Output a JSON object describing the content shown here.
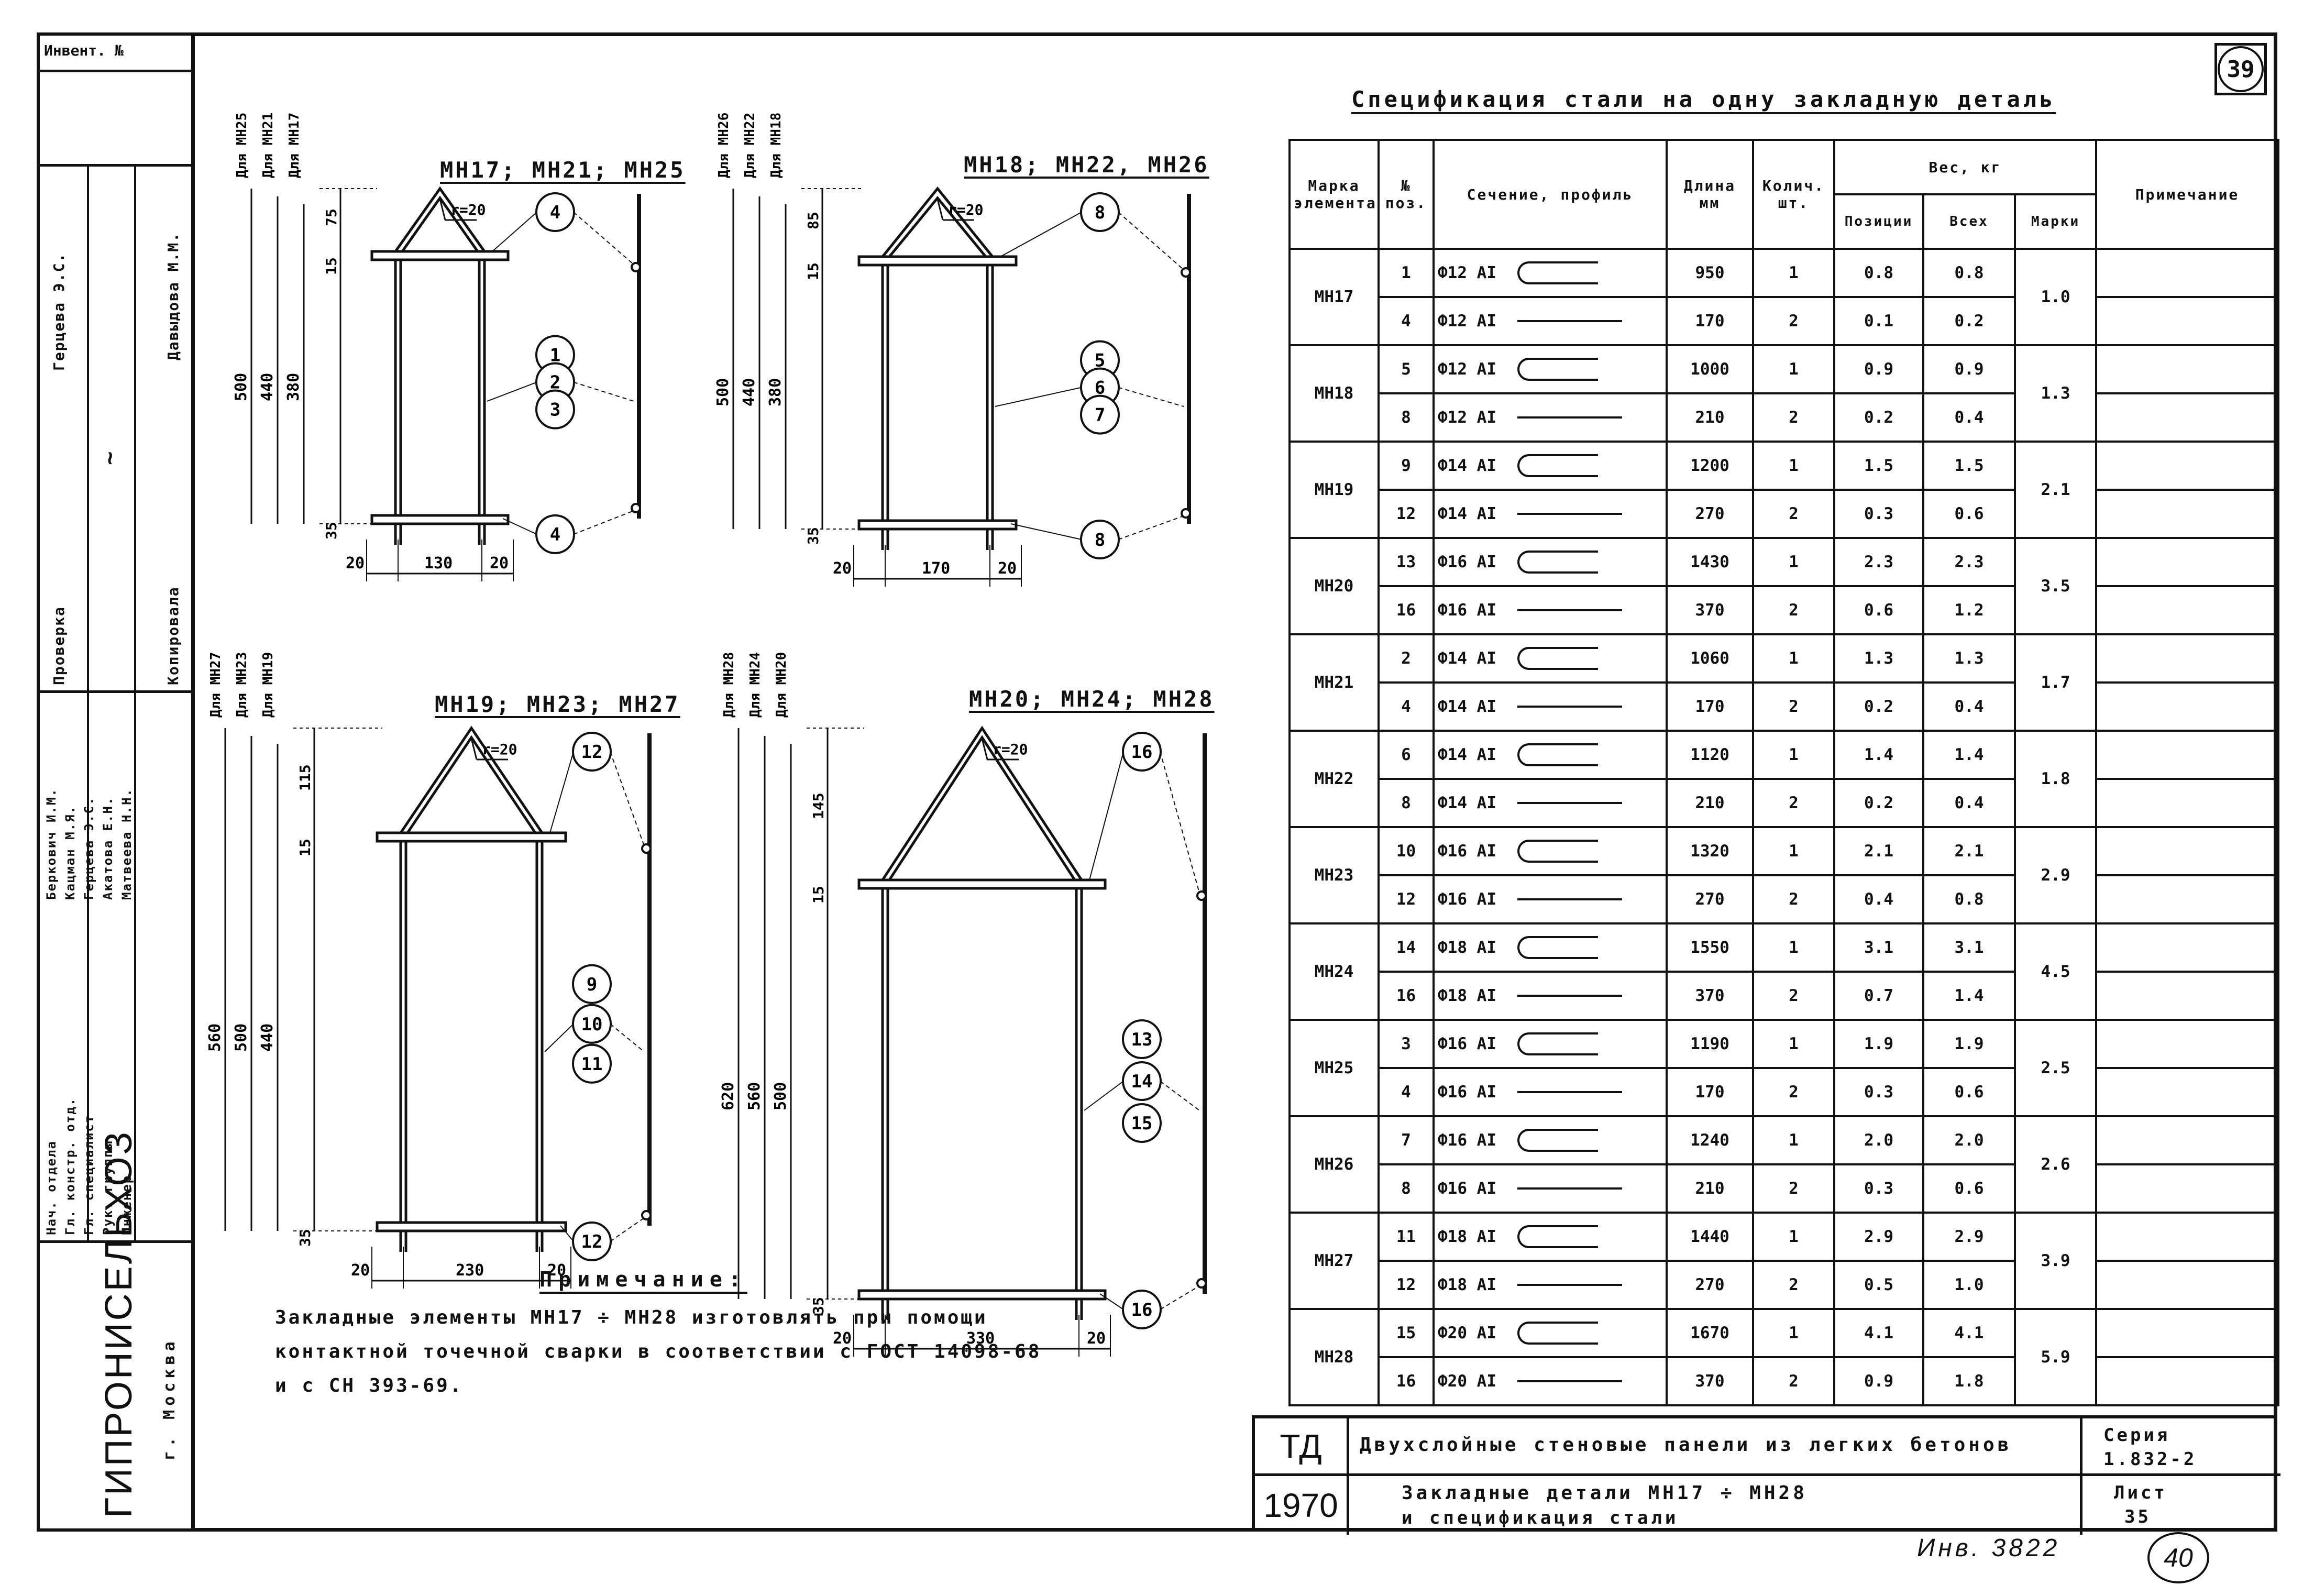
{
  "stamp": {
    "inv_label": "Инвент. №",
    "names_top": [
      "Герцева Э.С.",
      "Давыдова М.М."
    ],
    "proverka": "Проверка",
    "kopiroval": "Копировала",
    "roles": [
      "Нач. отдела",
      "Гл. констр. отд.",
      "Гл. специалист",
      "Рук. группы",
      "Инженер"
    ],
    "people": [
      "Беркович И.М.",
      "Кацман М.Я.",
      "Герцева Э.С.",
      "Акатова Е.Н.",
      "Матвеева Н.Н."
    ],
    "org": "ГИПРОНИСЕЛЬХОЗ",
    "city": "г. Москва"
  },
  "sheet_circle": "39",
  "drawings": [
    {
      "title": "МН17; МН21; МН25",
      "labels": [
        "Для МН25",
        "Для МН21",
        "Для МН17"
      ],
      "dims_v": [
        "500",
        "440",
        "380"
      ],
      "top": "75",
      "mid": "15",
      "bot": "35",
      "r": "r=20",
      "w": [
        "20",
        "130",
        "20"
      ],
      "pos": [
        "4",
        "1",
        "2",
        "3",
        "4"
      ]
    },
    {
      "title": "МН18; МН22, МН26",
      "labels": [
        "Для МН26",
        "Для МН22",
        "Для МН18"
      ],
      "dims_v": [
        "500",
        "440",
        "380"
      ],
      "top": "85",
      "mid": "15",
      "bot": "35",
      "r": "r=20",
      "w": [
        "20",
        "170",
        "20"
      ],
      "pos": [
        "8",
        "5",
        "6",
        "7",
        "8"
      ]
    },
    {
      "title": "МН19; МН23; МН27",
      "labels": [
        "Для МН27",
        "Для МН23",
        "Для МН19"
      ],
      "dims_v": [
        "560",
        "500",
        "440"
      ],
      "top": "115",
      "mid": "15",
      "bot": "35",
      "r": "r=20",
      "w": [
        "20",
        "230",
        "20"
      ],
      "pos": [
        "12",
        "9",
        "10",
        "11",
        "12"
      ]
    },
    {
      "title": "МН20; МН24; МН28",
      "labels": [
        "Для МН28",
        "Для МН24",
        "Для МН20"
      ],
      "dims_v": [
        "620",
        "560",
        "500"
      ],
      "top": "145",
      "mid": "15",
      "bot": "35",
      "r": "r=20",
      "w": [
        "20",
        "330",
        "20"
      ],
      "pos": [
        "16",
        "13",
        "14",
        "15",
        "16"
      ]
    }
  ],
  "note": {
    "title": "Примечание:",
    "lines": [
      "Закладные элементы МН17 ÷ МН28 изготовлять при помощи",
      "контактной точечной сварки в соответствии с ГОСТ 14098-68",
      "и с СН 393-69."
    ]
  },
  "spec": {
    "title": "Спецификация стали на одну закладную деталь",
    "headers": {
      "mark": "Марка элемента",
      "pos": "№ поз.",
      "section": "Сечение, профиль",
      "length": "Длина мм",
      "qty": "Колич. шт.",
      "weight": "Вес, кг",
      "w_pos": "Позиции",
      "w_all": "Всех",
      "w_mark": "Марки",
      "note": "Примечание"
    },
    "groups": [
      {
        "mark": "МН17",
        "total": "1.0",
        "rows": [
          {
            "pos": "1",
            "sec": "Ф12 АI",
            "hook": true,
            "len": "950",
            "qty": "1",
            "wp": "0.8",
            "wa": "0.8"
          },
          {
            "pos": "4",
            "sec": "Ф12 АI",
            "hook": false,
            "len": "170",
            "qty": "2",
            "wp": "0.1",
            "wa": "0.2"
          }
        ]
      },
      {
        "mark": "МН18",
        "total": "1.3",
        "rows": [
          {
            "pos": "5",
            "sec": "Ф12 АI",
            "hook": true,
            "len": "1000",
            "qty": "1",
            "wp": "0.9",
            "wa": "0.9"
          },
          {
            "pos": "8",
            "sec": "Ф12 АI",
            "hook": false,
            "len": "210",
            "qty": "2",
            "wp": "0.2",
            "wa": "0.4"
          }
        ]
      },
      {
        "mark": "МН19",
        "total": "2.1",
        "rows": [
          {
            "pos": "9",
            "sec": "Ф14 АI",
            "hook": true,
            "len": "1200",
            "qty": "1",
            "wp": "1.5",
            "wa": "1.5"
          },
          {
            "pos": "12",
            "sec": "Ф14 АI",
            "hook": false,
            "len": "270",
            "qty": "2",
            "wp": "0.3",
            "wa": "0.6"
          }
        ]
      },
      {
        "mark": "МН20",
        "total": "3.5",
        "rows": [
          {
            "pos": "13",
            "sec": "Ф16 АI",
            "hook": true,
            "len": "1430",
            "qty": "1",
            "wp": "2.3",
            "wa": "2.3"
          },
          {
            "pos": "16",
            "sec": "Ф16 АI",
            "hook": false,
            "len": "370",
            "qty": "2",
            "wp": "0.6",
            "wa": "1.2"
          }
        ]
      },
      {
        "mark": "МН21",
        "total": "1.7",
        "rows": [
          {
            "pos": "2",
            "sec": "Ф14 АI",
            "hook": true,
            "len": "1060",
            "qty": "1",
            "wp": "1.3",
            "wa": "1.3"
          },
          {
            "pos": "4",
            "sec": "Ф14 АI",
            "hook": false,
            "len": "170",
            "qty": "2",
            "wp": "0.2",
            "wa": "0.4"
          }
        ]
      },
      {
        "mark": "МН22",
        "total": "1.8",
        "rows": [
          {
            "pos": "6",
            "sec": "Ф14 АI",
            "hook": true,
            "len": "1120",
            "qty": "1",
            "wp": "1.4",
            "wa": "1.4"
          },
          {
            "pos": "8",
            "sec": "Ф14 АI",
            "hook": false,
            "len": "210",
            "qty": "2",
            "wp": "0.2",
            "wa": "0.4"
          }
        ]
      },
      {
        "mark": "МН23",
        "total": "2.9",
        "rows": [
          {
            "pos": "10",
            "sec": "Ф16 АI",
            "hook": true,
            "len": "1320",
            "qty": "1",
            "wp": "2.1",
            "wa": "2.1"
          },
          {
            "pos": "12",
            "sec": "Ф16 АI",
            "hook": false,
            "len": "270",
            "qty": "2",
            "wp": "0.4",
            "wa": "0.8"
          }
        ]
      },
      {
        "mark": "МН24",
        "total": "4.5",
        "rows": [
          {
            "pos": "14",
            "sec": "Ф18 АI",
            "hook": true,
            "len": "1550",
            "qty": "1",
            "wp": "3.1",
            "wa": "3.1"
          },
          {
            "pos": "16",
            "sec": "Ф18 АI",
            "hook": false,
            "len": "370",
            "qty": "2",
            "wp": "0.7",
            "wa": "1.4"
          }
        ]
      },
      {
        "mark": "МН25",
        "total": "2.5",
        "rows": [
          {
            "pos": "3",
            "sec": "Ф16 АI",
            "hook": true,
            "len": "1190",
            "qty": "1",
            "wp": "1.9",
            "wa": "1.9"
          },
          {
            "pos": "4",
            "sec": "Ф16 АI",
            "hook": false,
            "len": "170",
            "qty": "2",
            "wp": "0.3",
            "wa": "0.6"
          }
        ]
      },
      {
        "mark": "МН26",
        "total": "2.6",
        "rows": [
          {
            "pos": "7",
            "sec": "Ф16 АI",
            "hook": true,
            "len": "1240",
            "qty": "1",
            "wp": "2.0",
            "wa": "2.0"
          },
          {
            "pos": "8",
            "sec": "Ф16 АI",
            "hook": false,
            "len": "210",
            "qty": "2",
            "wp": "0.3",
            "wa": "0.6"
          }
        ]
      },
      {
        "mark": "МН27",
        "total": "3.9",
        "rows": [
          {
            "pos": "11",
            "sec": "Ф18 АI",
            "hook": true,
            "len": "1440",
            "qty": "1",
            "wp": "2.9",
            "wa": "2.9"
          },
          {
            "pos": "12",
            "sec": "Ф18 АI",
            "hook": false,
            "len": "270",
            "qty": "2",
            "wp": "0.5",
            "wa": "1.0"
          }
        ]
      },
      {
        "mark": "МН28",
        "total": "5.9",
        "rows": [
          {
            "pos": "15",
            "sec": "Ф20 АI",
            "hook": true,
            "len": "1670",
            "qty": "1",
            "wp": "4.1",
            "wa": "4.1"
          },
          {
            "pos": "16",
            "sec": "Ф20 АI",
            "hook": false,
            "len": "370",
            "qty": "2",
            "wp": "0.9",
            "wa": "1.8"
          }
        ]
      }
    ]
  },
  "titleblock": {
    "td": "ТД",
    "year": "1970",
    "project": "Двухслойные стеновые панели из легких бетонов",
    "sheet_title_1": "Закладные детали МН17 ÷ МН28",
    "sheet_title_2": "и спецификация стали",
    "series_label": "Серия",
    "series": "1.832-2",
    "list_label": "Лист",
    "list": "35"
  },
  "footer": {
    "inv": "Инв. 3822",
    "page_circle": "40"
  }
}
